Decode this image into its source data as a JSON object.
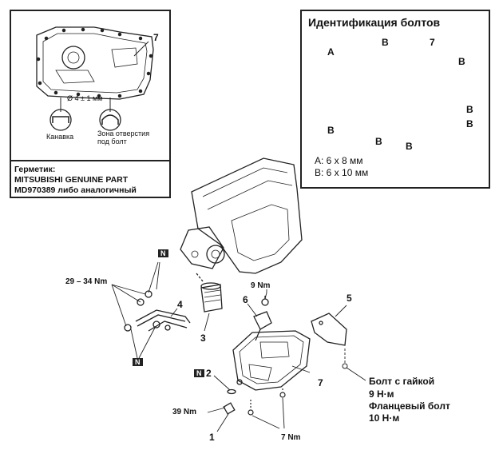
{
  "left_panel": {
    "callout_7": "7",
    "hole_dim": "Ø 4 ± 1 мм",
    "groove_label": "Канавка",
    "bolt_zone_label_1": "Зона отверстия",
    "bolt_zone_label_2": "под болт",
    "sealant_title": "Герметик:",
    "sealant_line1": "MITSUBISHI GENUINE PART",
    "sealant_line2": "MD970389 либо аналогичный"
  },
  "right_panel": {
    "title": "Идентификация болтов",
    "callouts": {
      "A": "A",
      "B": "B",
      "seven": "7"
    },
    "legend_a": "A: 6 x 8 мм",
    "legend_b": "B: 6 x 10 мм"
  },
  "main": {
    "torque_29_34": "29 – 34 Nm",
    "torque_9": "9 Nm",
    "torque_39": "39 Nm",
    "torque_7": "7 Nm",
    "n_badge": "N",
    "num_1": "1",
    "num_2": "2",
    "num_3": "3",
    "num_4": "4",
    "num_5": "5",
    "num_6": "6",
    "num_7": "7",
    "note_line1": "Болт с гайкой",
    "note_line2": "9 Н·м",
    "note_line3": "Фланцевый болт",
    "note_line4": "10 Н·м"
  }
}
